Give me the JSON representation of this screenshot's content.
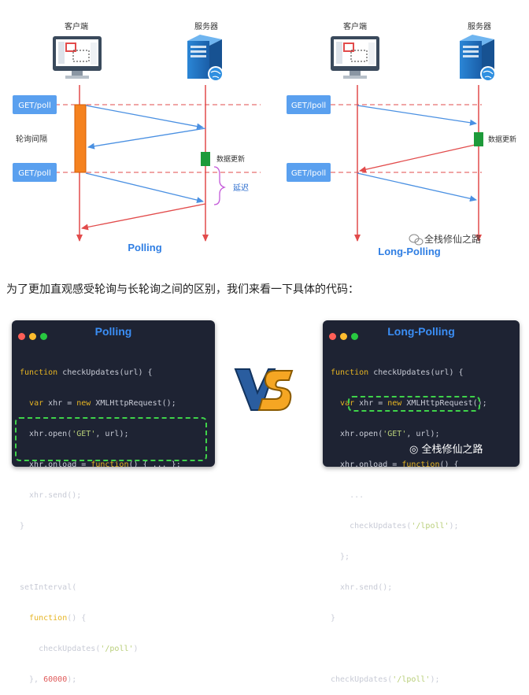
{
  "left_diagram": {
    "client_label": "客户端",
    "server_label": "服务器",
    "request_label_1": "GET/poll",
    "request_label_2": "GET/poll",
    "interval_label": "轮询间隔",
    "update_label": "数据更新",
    "delay_label": "延迟",
    "title": "Polling"
  },
  "right_diagram": {
    "client_label": "客户端",
    "server_label": "服务器",
    "request_label_1": "GET/lpoll",
    "request_label_2": "GET/lpoll",
    "update_label": "数据更新",
    "title": "Long-Polling"
  },
  "watermark": "全栈修仙之路",
  "caption": "为了更加直观感受轮询与长轮询之间的区别，我们来看一下具体的代码：",
  "polling_code": {
    "title": "Polling",
    "lines": [
      "function checkUpdates(url) {",
      "  var xhr = new XMLHttpRequest();",
      "  xhr.open('GET', url);",
      "  xhr.onload = function() { ... };",
      "  xhr.send();",
      "}",
      "",
      "setInterval(",
      "  function() {",
      "    checkUpdates('/poll')",
      "  }, 60000);"
    ]
  },
  "longpolling_code": {
    "title": "Long-Polling",
    "lines": [
      "function checkUpdates(url) {",
      "  var xhr = new XMLHttpRequest();",
      "  xhr.open('GET', url);",
      "  xhr.onload = function() {",
      "    ...",
      "    checkUpdates('/lpoll');",
      "  };",
      "  xhr.send();",
      "}",
      "",
      "checkUpdates('/lpoll');"
    ]
  },
  "vs_label": "VS",
  "colors": {
    "arrow_blue": "#4a90e2",
    "arrow_red": "#e24b4b",
    "label_blue": "#5aa0ef",
    "interval_orange": "#f5821f",
    "update_green": "#1e9a3a",
    "code_bg": "#1e2333",
    "highlight_green": "#3fd34a"
  }
}
